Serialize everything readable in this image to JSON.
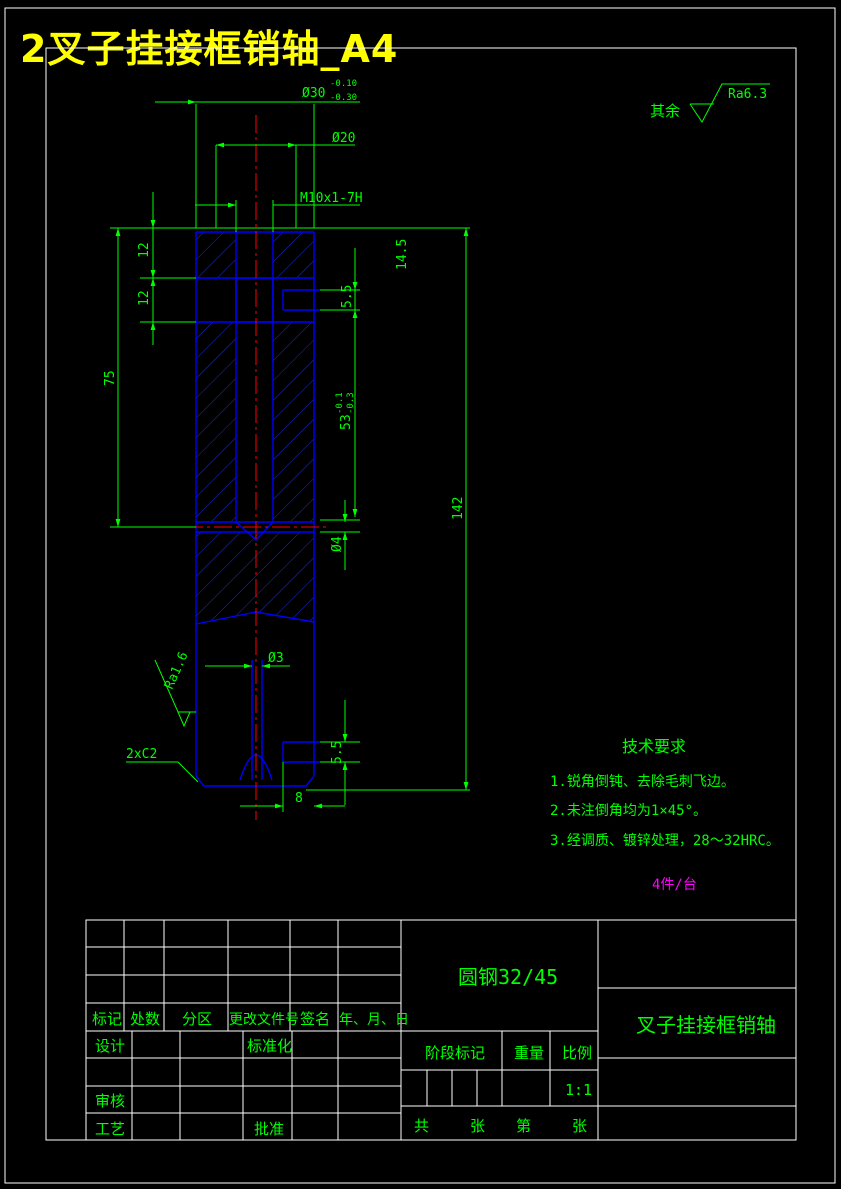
{
  "document_title": "2叉子挂接框销轴_A4",
  "colors": {
    "frame": "#ffffff",
    "dimension": "#00ff00",
    "outline": "#0000ff",
    "hatch": "#1c2cd8",
    "centerline": "#ff0000",
    "title_yellow": "#ffff00",
    "note_magenta": "#ff00ff"
  },
  "dimensions": {
    "outer_dia": "Ø30",
    "outer_tol_upper": "-0.10",
    "outer_tol_lower": "-0.30",
    "inner_dia": "Ø20",
    "thread": "M10x1-7H",
    "dim_12a": "12",
    "dim_12b": "12",
    "dim_75": "75",
    "dim_14_5": "14.5",
    "dim_5_5_top": "5.5",
    "dim_53": "53",
    "dim_53_tol_upper": "-0.1",
    "dim_53_tol_lower": "-0.3",
    "dim_142": "142",
    "dim_phi4": "Ø4",
    "dim_phi3": "Ø3",
    "dim_5_5_bottom": "5.5",
    "dim_8": "8",
    "chamfer": "2xC2",
    "roughness_local": "Ra1.6"
  },
  "surface_finish": {
    "label": "其余",
    "value": "Ra6.3"
  },
  "technical_requirements": {
    "heading": "技术要求",
    "items": [
      "1.锐角倒钝、去除毛刺飞边。",
      "2.未注倒角均为1×45°。",
      "3.经调质、镀锌处理，28～32HRC。"
    ],
    "quantity": "4件/台"
  },
  "title_block": {
    "material": "圆钢32/45",
    "part_name": "叉子挂接框销轴",
    "rev_headers": [
      "标记",
      "处数",
      "分区",
      "更改文件号",
      "签名",
      "年、月、日"
    ],
    "design": "设计",
    "standardize": "标准化",
    "check": "审核",
    "process": "工艺",
    "approve": "批准",
    "stage_mark": "阶段标记",
    "weight": "重量",
    "scale_label": "比例",
    "scale": "1:1",
    "total": "共",
    "sheets": "张",
    "sheet_no": "第",
    "sheet_suffix": "张"
  }
}
